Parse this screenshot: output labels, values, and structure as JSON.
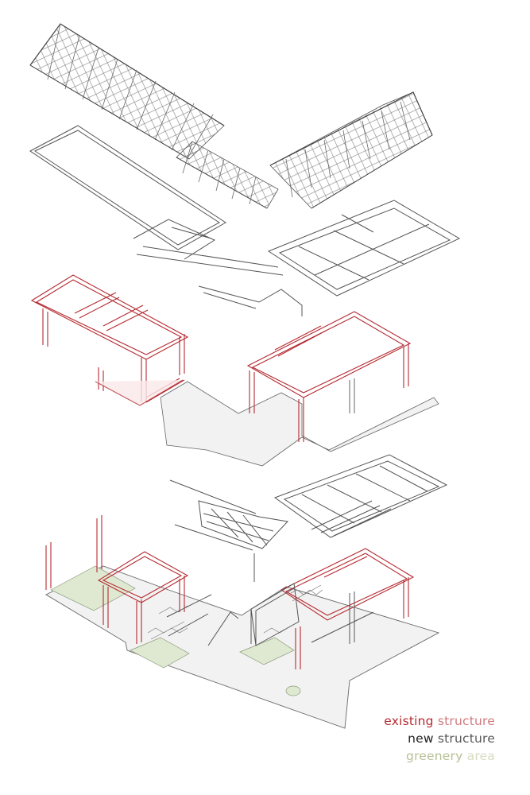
{
  "legend": {
    "existing": {
      "word1": "existing",
      "word2": "structure",
      "color1": "#b42a31",
      "color2": "#c8646a"
    },
    "new": {
      "word1": "new",
      "word2": "structure",
      "color1": "#222222",
      "color2": "#3a3a3a"
    },
    "greenery": {
      "word1": "greenery",
      "word2": "area",
      "color1": "#b7c096",
      "color2": "#cfd6b4"
    }
  },
  "colors": {
    "existing_structure": "#b42a31",
    "new_structure": "#555555",
    "greenery_fill": "#dfe9d2",
    "slab_fill": "#f2f2f2",
    "truss_stroke": "#6a6a6a"
  }
}
